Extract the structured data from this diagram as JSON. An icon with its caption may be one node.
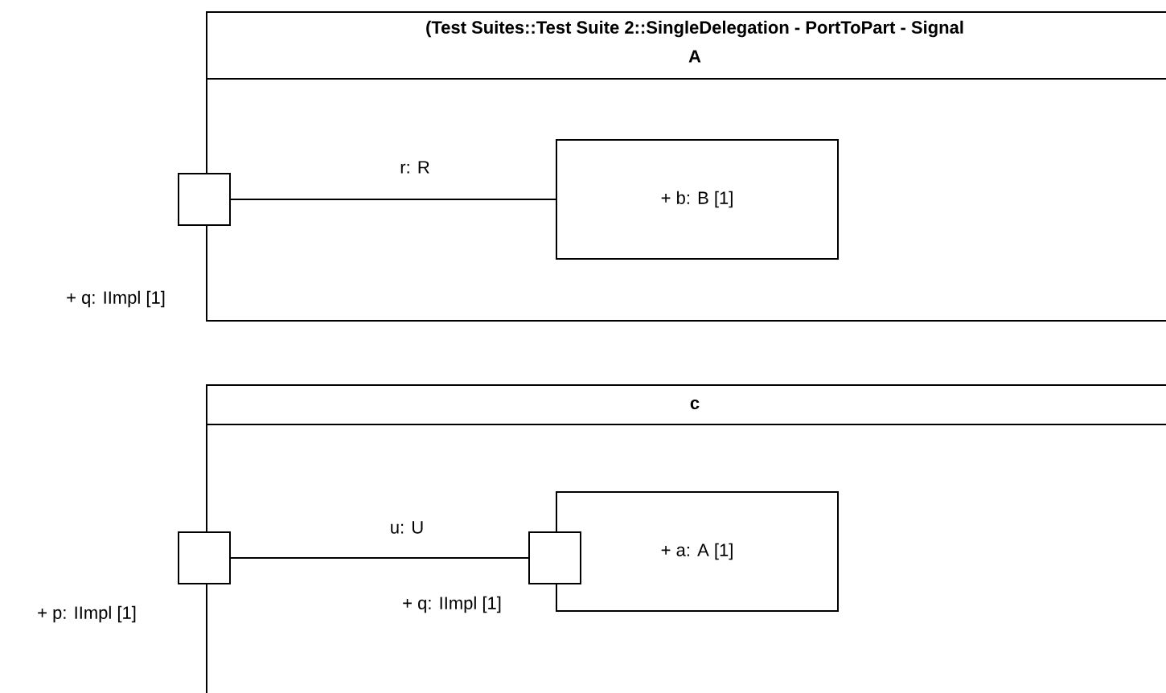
{
  "diagram": {
    "nodes": [
      {
        "text": [
          "(Test Suites::Test Suite 2::SingleDelegation - PortToPart - Signal",
          "A"
        ]
      },
      {
        "text": [],
        "shape": "box",
        "beside": [
          "+ q: IImpl [1]"
        ]
      },
      {
        "text": [
          "+ b: B [1]"
        ],
        "in": 0
      },
      {
        "text": [
          "c"
        ]
      },
      {
        "text": [],
        "shape": "box",
        "beside": [
          "+ p: IImpl [1]"
        ]
      },
      {
        "text": [
          "+ a: A [1]"
        ],
        "in": 3
      },
      {
        "text": [],
        "shape": "box",
        "beside": [
          "+ q: IImpl [1]"
        ],
        "in": 3
      }
    ],
    "edges": [
      {
        "from": 1,
        "to": 2,
        "arrow": "none",
        "label": "r: R"
      },
      {
        "from": 4,
        "to": 6,
        "arrow": "none",
        "label": "u: U"
      }
    ]
  }
}
